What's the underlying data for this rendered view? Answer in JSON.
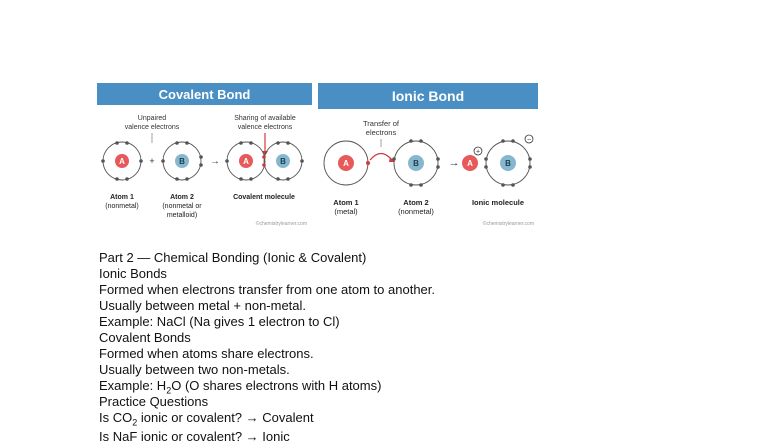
{
  "covalent": {
    "title": "Covalent Bond",
    "label_unpaired": [
      "Unpaired",
      "valence electrons"
    ],
    "label_sharing": [
      "Sharing of available",
      "valence electrons"
    ],
    "atom1_letter": "A",
    "atom2_letter": "B",
    "plus": "+",
    "arrow": "→",
    "atom1_caption": [
      "Atom 1",
      "(nonmetal)"
    ],
    "atom2_caption": [
      "Atom 2",
      "(nonmetal or",
      "metalloid)"
    ],
    "molecule_caption": "Covalent molecule",
    "watermark": "©chemistrylearner.com",
    "colors": {
      "banner": "#4a8fc4",
      "atom_a": "#e85a5a",
      "atom_b": "#86b7cf",
      "arrow": "#d23a3a"
    }
  },
  "ionic": {
    "title": "Ionic Bond",
    "label_transfer": [
      "Transfer of",
      "electrons"
    ],
    "atom1_letter": "A",
    "atom2_letter": "B",
    "plus_sign": "+",
    "minus_sign": "−",
    "arrow": "→",
    "atom1_caption": [
      "Atom 1",
      "(metal)"
    ],
    "atom2_caption": [
      "Atom 2",
      "(nonmetal)"
    ],
    "molecule_caption": "Ionic molecule",
    "watermark": "©chemistrylearner.com"
  },
  "notes": {
    "heading": "Part 2 — Chemical Bonding (Ionic & Covalent)",
    "ionic_heading": "Ionic Bonds",
    "ionic_line1": "Formed when electrons transfer from one atom to another.",
    "ionic_line2": "Usually between metal + non-metal.",
    "ionic_example": "Example: NaCl (Na gives 1 electron to Cl)",
    "covalent_heading": "Covalent Bonds",
    "covalent_line1": "Formed when atoms share electrons.",
    "covalent_line2": "Usually between two non-metals.",
    "covalent_example_pre": "Example: H",
    "covalent_example_sub": "2",
    "covalent_example_post": "O (O shares electrons with H atoms)",
    "practice_heading": "Practice Questions",
    "q1_pre": "Is CO",
    "q1_sub": "2",
    "q1_post": " ionic or covalent? → Covalent",
    "q2": "Is NaF ionic or covalent? → Ionic"
  }
}
